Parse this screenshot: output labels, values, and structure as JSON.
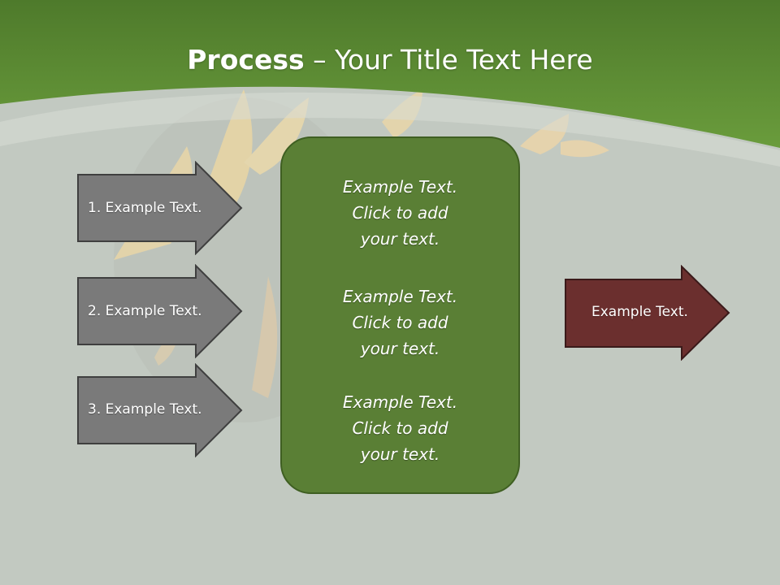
{
  "title": {
    "bold": "Process",
    "rest": " – Your Title Text Here"
  },
  "left_steps": [
    {
      "label": "1. Example Text."
    },
    {
      "label": "2. Example Text."
    },
    {
      "label": "3. Example Text."
    }
  ],
  "center_blocks": [
    {
      "line1": "Example Text.",
      "line2": "Click  to add",
      "line3": "your text."
    },
    {
      "line1": "Example Text.",
      "line2": "Click  to add",
      "line3": "your text."
    },
    {
      "line1": "Example Text.",
      "line2": "Click  to add",
      "line3": "your text."
    }
  ],
  "output": {
    "label": "Example Text."
  },
  "colors": {
    "header_green": "#5f8f35",
    "center_box": "#5a7f35",
    "step_arrow": "#7a7a7a",
    "output_arrow": "#6b2f2e",
    "background": "#c4cbc3"
  }
}
